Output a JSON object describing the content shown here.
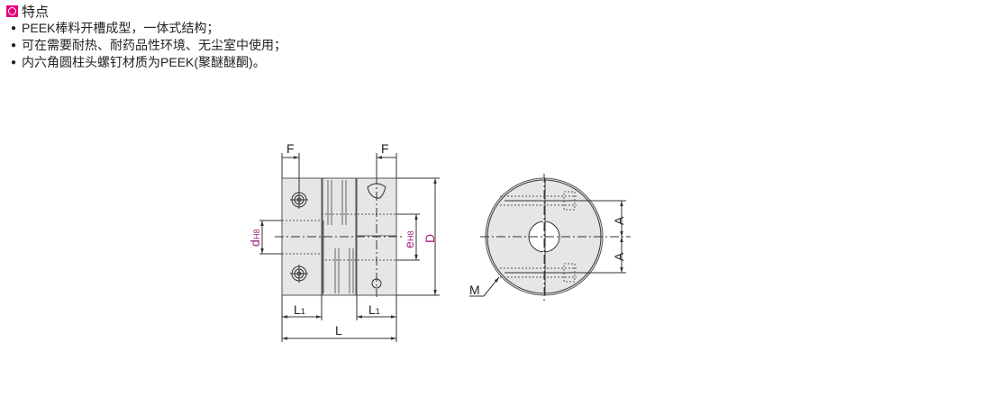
{
  "section": {
    "title": "特点",
    "icon": "circle-square-icon"
  },
  "features": [
    "PEEK棒料开槽成型，一体式结构；",
    "可在需要耐热、耐药品性环境、无尘室中使用；",
    "内六角圆柱头螺钉材质为PEEK(聚醚醚酮)。"
  ],
  "drawing": {
    "labels": {
      "F_left": "F",
      "F_right": "F",
      "d": "d",
      "d_sub": "H8",
      "e": "e",
      "e_sub": "H8",
      "D": "D",
      "L1_left": "L",
      "L1_left_sub": "1",
      "L1_right": "L",
      "L1_right_sub": "1",
      "L": "L",
      "A_top": "A",
      "A_bottom": "A",
      "M": "M"
    },
    "accent_color": "#a0207a"
  }
}
